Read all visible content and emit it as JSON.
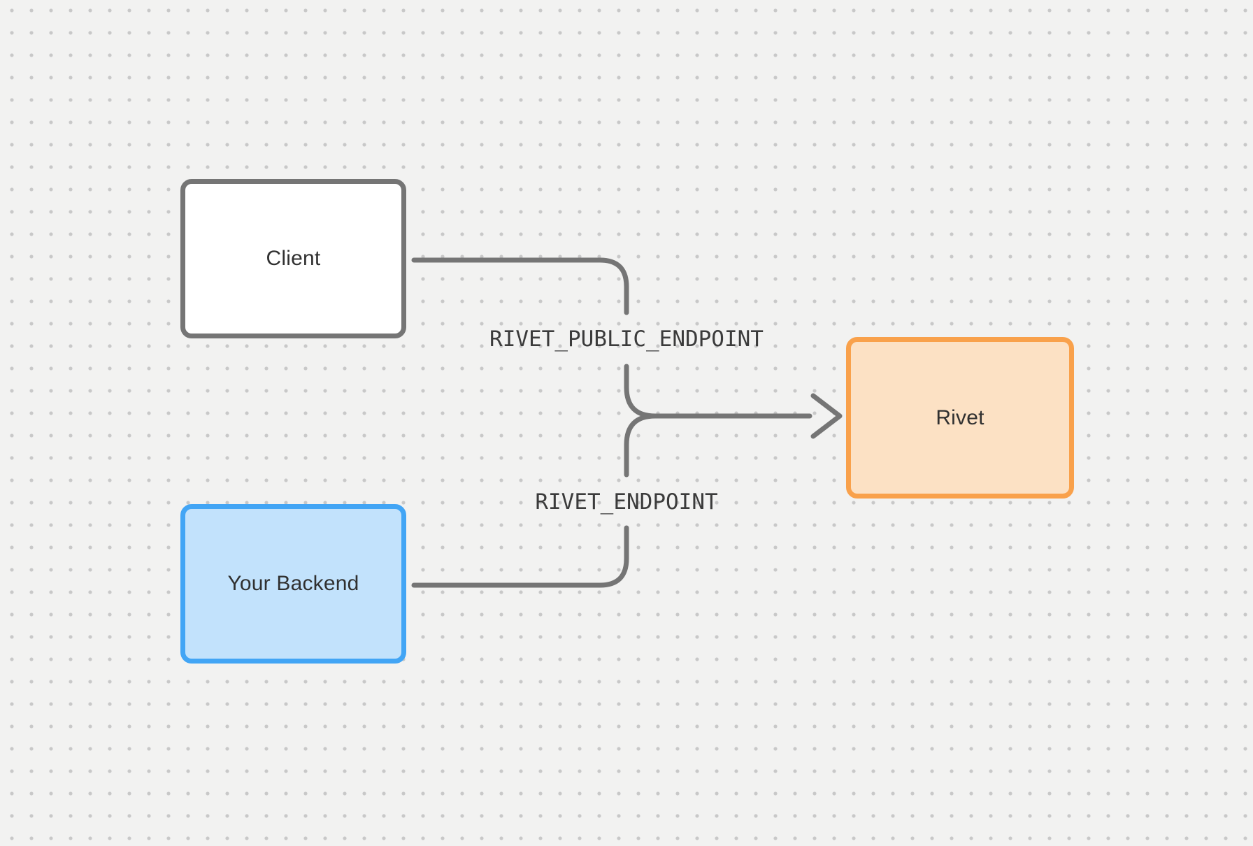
{
  "diagram": {
    "nodes": [
      {
        "id": "client",
        "label": "Client"
      },
      {
        "id": "backend",
        "label": "Your Backend"
      },
      {
        "id": "rivet",
        "label": "Rivet"
      }
    ],
    "edges": [
      {
        "from": "client",
        "to": "rivet",
        "label": "RIVET_PUBLIC_ENDPOINT"
      },
      {
        "from": "backend",
        "to": "rivet",
        "label": "RIVET_ENDPOINT"
      }
    ]
  },
  "colors": {
    "canvas-bg": "#f2f2f1",
    "grid-dot": "#c8c8c8",
    "stroke-gray": "#757575",
    "client-fill": "#ffffff",
    "backend-border": "#42a5f5",
    "backend-fill": "#c2e2fc",
    "rivet-border": "#f9a14b",
    "rivet-fill": "#fce1c4",
    "text-dark": "#303030",
    "text-mono": "#3b3b3b"
  }
}
